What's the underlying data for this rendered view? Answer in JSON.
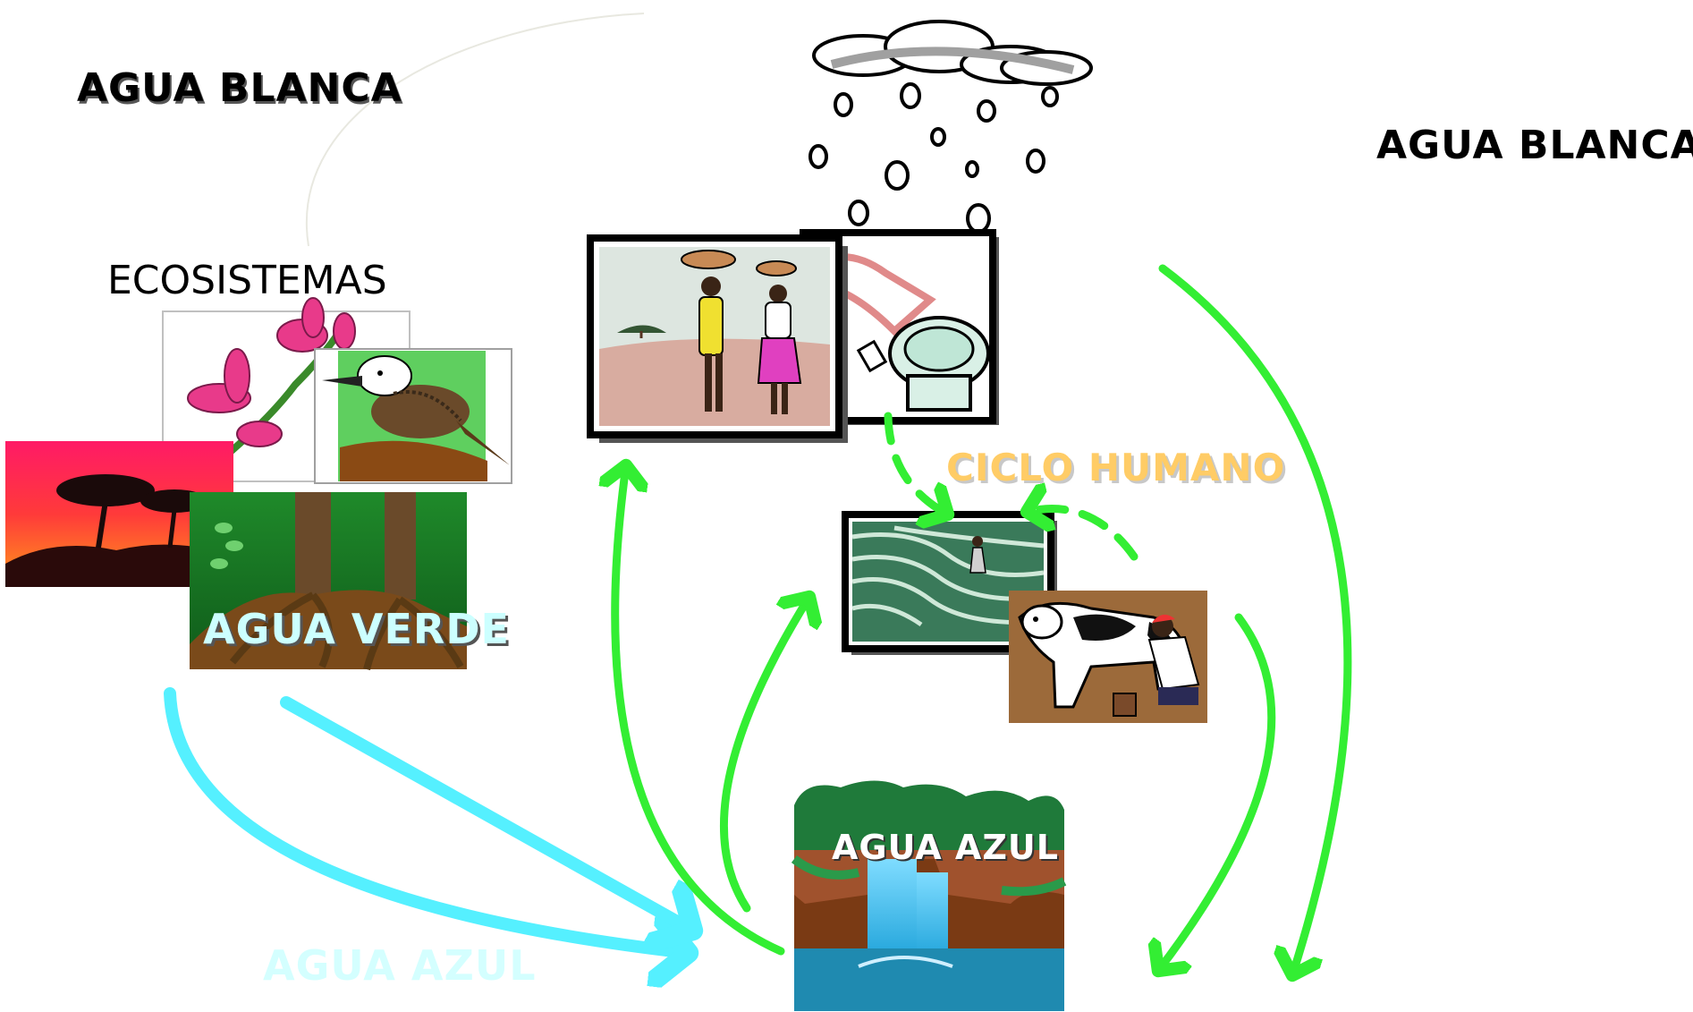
{
  "labels": {
    "white_water_left": "AGUA BLANCA",
    "white_water_right": "AGUA BLANCA",
    "ecosystems": "ECOSISTEMAS",
    "green_water": "AGUA VERDE",
    "human_cycle": "CICLO HUMANO",
    "blue_water_fall": "AGUA AZUL",
    "blue_water_bottom": "AGUA AZUL"
  },
  "colors": {
    "green_arrow": "#33ee33",
    "cyan_arrow": "#55f0ff",
    "human_cycle_label": "#ffcc66",
    "white_label_fill": "#ffffff",
    "white_label_shadow": "#555555",
    "black_text": "#000000"
  },
  "icons": [
    "cloud-with-rain-icon",
    "women-carrying-water-icon",
    "toilet-icon",
    "rice-field-farmer-icon",
    "cow-milking-icon",
    "waterfall-icon",
    "orchid-icon",
    "kingfisher-bird-icon",
    "savanna-sunset-icon",
    "forest-roots-icon"
  ]
}
